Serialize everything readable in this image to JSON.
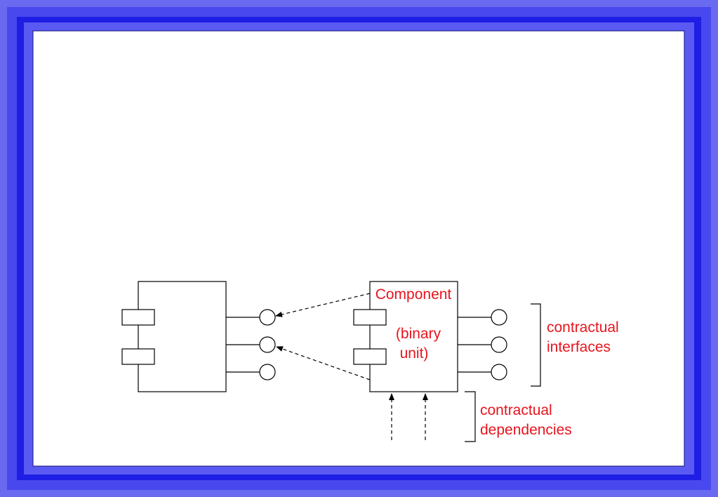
{
  "colors": {
    "label_red": "#e8141e",
    "line": "#000000",
    "border_outer": "#6a6af0",
    "border_mid": "#2323e6",
    "border_inner": "#5a5af2",
    "content_bg": "#ffffff"
  },
  "diagram": {
    "component": {
      "title": "Component",
      "subtitle_line1": "(binary",
      "subtitle_line2": "unit)"
    },
    "interfaces_label": {
      "line1": "contractual",
      "line2": "interfaces"
    },
    "dependencies_label": {
      "line1": "contractual",
      "line2": "dependencies"
    }
  }
}
